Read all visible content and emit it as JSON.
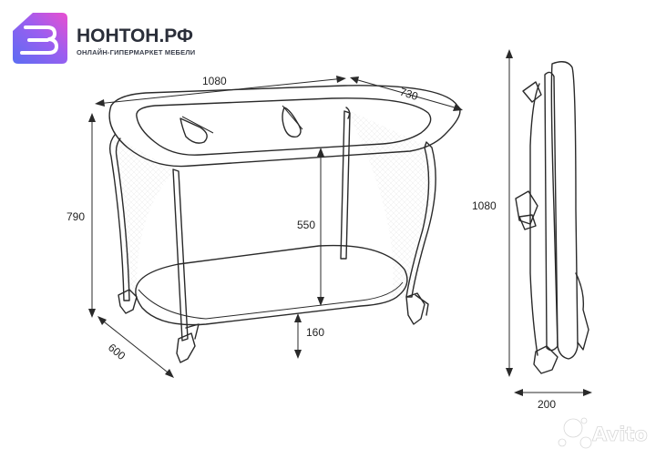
{
  "brand": {
    "name": "НОНТОН.РФ",
    "tagline": "ОНЛАЙН-ГИПЕРМАРКЕТ МЕБЕЛИ",
    "logo_colors": [
      "#5b6df2",
      "#9b5ef0",
      "#e94fd0"
    ]
  },
  "dimensions": {
    "length": "1080",
    "width": "730",
    "height": "790",
    "inner_depth": "550",
    "base_clearance": "160",
    "base_depth": "600",
    "folded_height": "1080",
    "folded_width": "200"
  },
  "watermark": {
    "text": "Avito"
  }
}
